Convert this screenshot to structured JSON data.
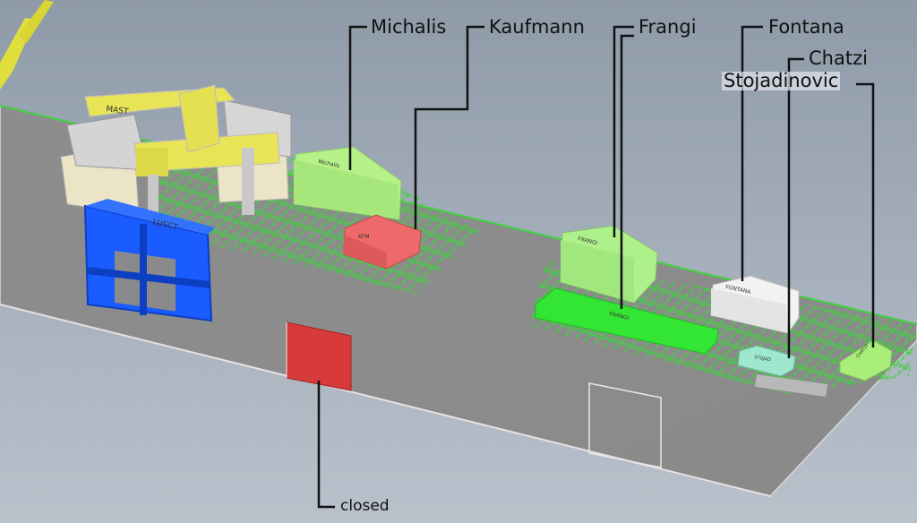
{
  "callouts": {
    "michalis": "Michalis",
    "kaufmann": "Kaufmann",
    "frangi": "Frangi",
    "fontana": "Fontana",
    "chatzi": "Chatzi",
    "stojadinovic": "Stojadinovic",
    "closed": "closed"
  },
  "box_labels": {
    "mast": "MAST",
    "lusct": "LUSCT",
    "michalis": "Michalis",
    "kaufmann": "KFM",
    "frangi": "FRANGI",
    "frangi_bar": "FRANGI",
    "fontana": "FONTANA",
    "stojadinovic": "STOJAD",
    "chatzi": "CHATZI"
  },
  "colors": {
    "floor": "#8a8a8a",
    "grid_dot": "#3fd23f",
    "mast_yellow": "#e6e35a",
    "lusct_blue": "#1a5cff",
    "michalis_box": "#b6f089",
    "kaufmann_box": "#ee6a6a",
    "frangi_box": "#aef08a",
    "frangi_bar": "#33e633",
    "fontana_box": "#f0f0f0",
    "stojadinovic_box": "#9ee8cf",
    "chatzi_box": "#a8ee78",
    "door_closed": "#d63a3a"
  }
}
